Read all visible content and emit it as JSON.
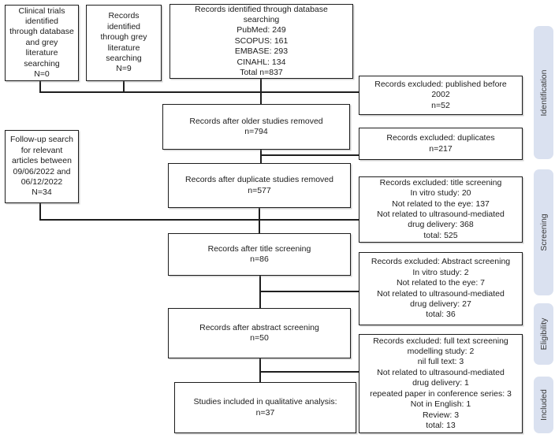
{
  "boxes": {
    "clinical_trials": "Clinical trials\nidentified\nthrough database\nand grey\nliterature\nsearching\nN=0",
    "grey_literature": "Records\nidentified\nthrough grey\nliterature\nsearching\nN=9",
    "database_search": "Records identified through database\nsearching\nPubMed: 249\nSCOPUS: 161\nEMBASE: 293\nCINAHL: 134\nTotal n=837",
    "followup_search": "Follow-up search\nfor relevant\narticles between\n09/06/2022 and\n06/12/2022\nN=34",
    "after_older_removed": "Records after older studies removed\nn=794",
    "after_duplicates_removed": "Records after duplicate studies removed\nn=577",
    "after_title_screening": "Records after title screening\nn=86",
    "after_abstract_screening": "Records after abstract screening\nn=50",
    "included_qualitative": "Studies included in qualitative analysis:\nn=37",
    "excluded_before_2002": "Records excluded: published before\n2002\nn=52",
    "excluded_duplicates": "Records excluded: duplicates\nn=217",
    "excluded_title": "Records excluded: title screening\nIn vitro study: 20\nNot related to the eye: 137\nNot related to ultrasound-mediated\ndrug delivery: 368\ntotal: 525",
    "excluded_abstract": "Records excluded: Abstract screening\nIn vitro study: 2\nNot related to the eye: 7\nNot related to ultrasound-mediated\ndrug delivery: 27\ntotal: 36",
    "excluded_fulltext": "Records excluded: full text screening\nmodelling study: 2\nnil full text: 3\nNot related to ultrasound-mediated\ndrug delivery: 1\nrepeated paper in conference series: 3\nNot in English: 1\nReview: 3\ntotal: 13"
  },
  "stages": [
    "Identification",
    "Screening",
    "Eligibility",
    "Included"
  ],
  "colors": {
    "stage_background": "#dae1f0",
    "box_border": "#1c1c1c",
    "connector": "#1f1f1f",
    "background": "#ffffff"
  }
}
